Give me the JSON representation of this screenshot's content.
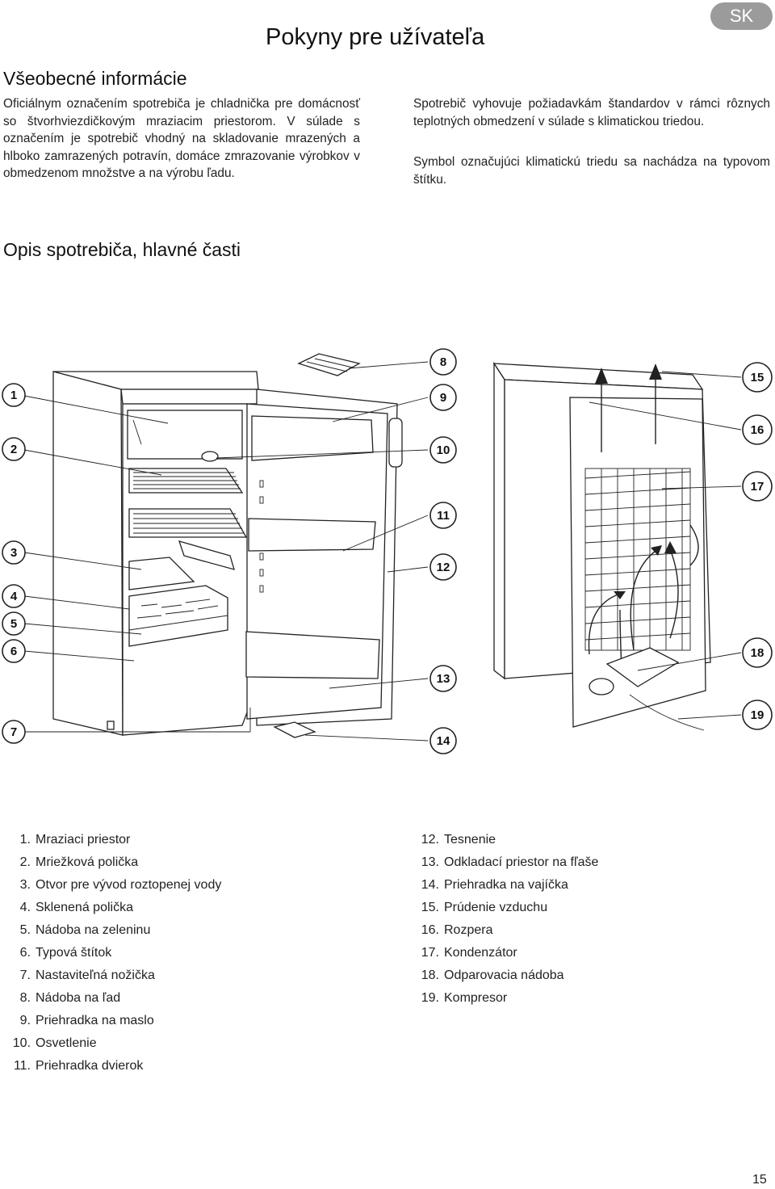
{
  "header": {
    "title": "Pokyny pre užívateľa",
    "lang_badge": "SK"
  },
  "general": {
    "heading": "Všeobecné informácie",
    "left_paragraph": "Oficiálnym označením spotrebiča je chladnička pre domácnosť so štvorhviezdičkovým mraziacim priestorom. V súlade s označením je spotrebič vhodný na skladovanie mrazených a hlboko zamrazených potravín, domáce zmrazovanie výrobkov v obmedzenom množstve a na výrobu ľadu.",
    "right_paragraph_1": "Spotrebič vyhovuje požiadavkám štandardov v rámci rôznych teplotných obmedzení v súlade s klimatickou triedou.",
    "right_paragraph_2": "Symbol označujúci klimatickú triedu sa nachádza na typovom štítku."
  },
  "description": {
    "heading": "Opis spotrebiča, hlavné časti"
  },
  "diagram": {
    "callouts": [
      "1",
      "2",
      "3",
      "4",
      "5",
      "6",
      "7",
      "8",
      "9",
      "10",
      "11",
      "12",
      "13",
      "14",
      "15",
      "16",
      "17",
      "18",
      "19"
    ]
  },
  "parts_left": [
    {
      "num": "1.",
      "label": "Mraziaci priestor"
    },
    {
      "num": "2.",
      "label": "Mriežková polička"
    },
    {
      "num": "3.",
      "label": "Otvor pre vývod roztopenej vody"
    },
    {
      "num": "4.",
      "label": "Sklenená polička"
    },
    {
      "num": "5.",
      "label": "Nádoba na zeleninu"
    },
    {
      "num": "6.",
      "label": "Typová štítok"
    },
    {
      "num": "7.",
      "label": "Nastaviteľná nožička"
    },
    {
      "num": "8.",
      "label": "Nádoba na ľad"
    },
    {
      "num": "9.",
      "label": "Priehradka na maslo"
    },
    {
      "num": "10.",
      "label": "Osvetlenie"
    },
    {
      "num": "11.",
      "label": "Priehradka dvierok"
    }
  ],
  "parts_right": [
    {
      "num": "12.",
      "label": "Tesnenie"
    },
    {
      "num": "13.",
      "label": "Odkladací priestor na fľaše"
    },
    {
      "num": "14.",
      "label": "Priehradka na vajíčka"
    },
    {
      "num": "15.",
      "label": "Prúdenie vzduchu"
    },
    {
      "num": "16.",
      "label": "Rozpera"
    },
    {
      "num": "17.",
      "label": "Kondenzátor"
    },
    {
      "num": "18.",
      "label": "Odparovacia nádoba"
    },
    {
      "num": "19.",
      "label": "Kompresor"
    }
  ],
  "footer": {
    "page_number": "15"
  }
}
